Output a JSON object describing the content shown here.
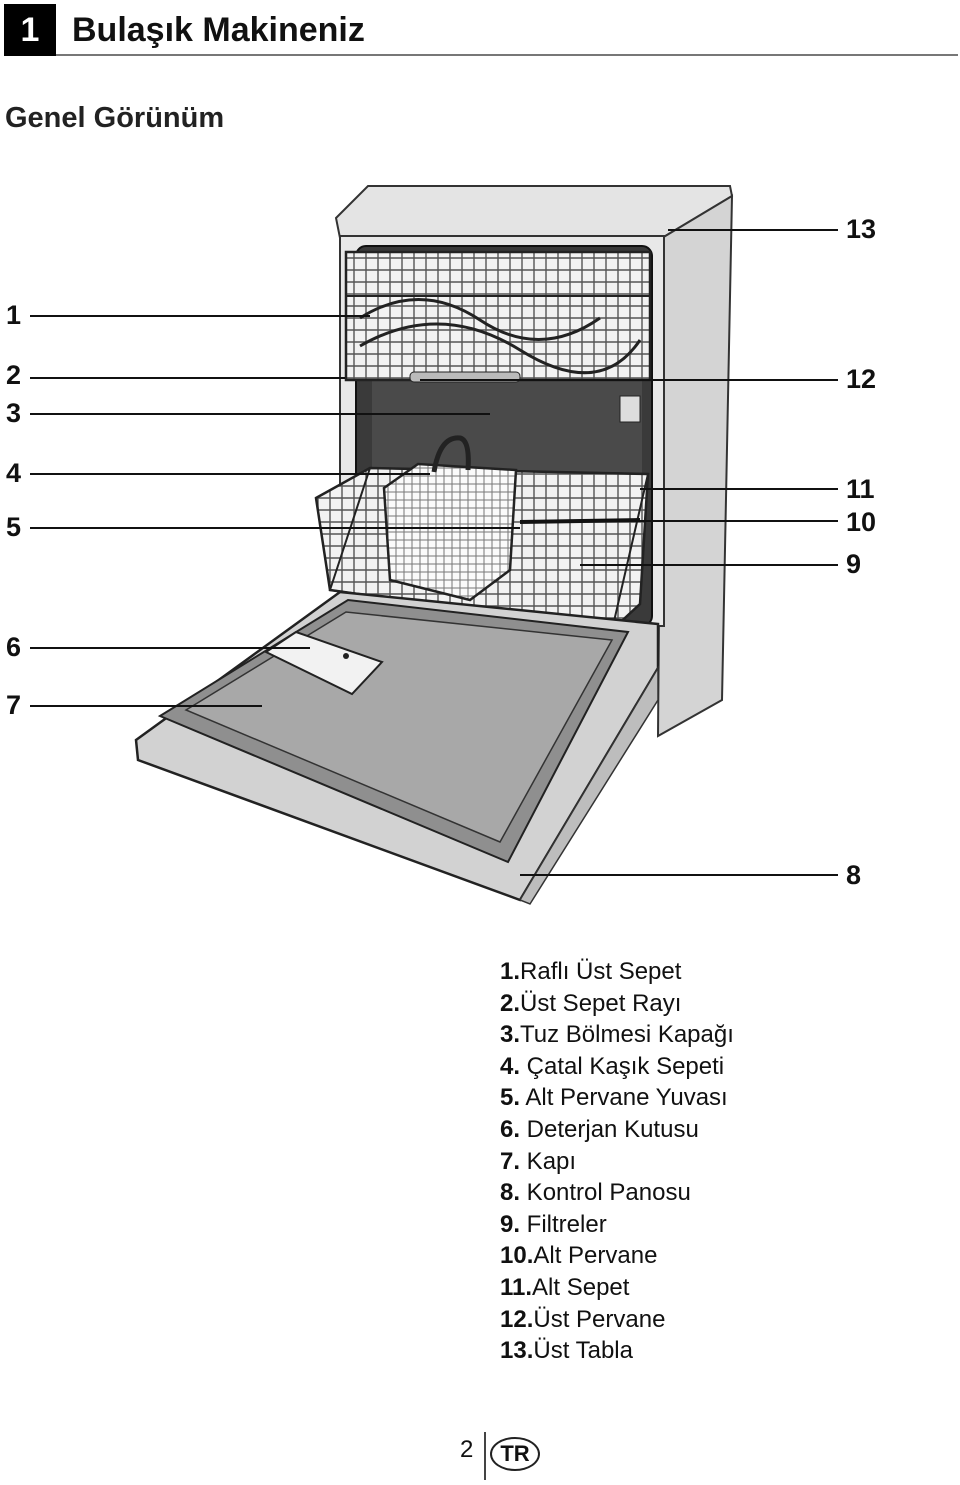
{
  "header": {
    "chapter_number": "1",
    "title": "Bulaşık Makineniz"
  },
  "subtitle": "Genel Görünüm",
  "callouts": {
    "c1": "1",
    "c2": "2",
    "c3": "3",
    "c4": "4",
    "c5": "5",
    "c6": "6",
    "c7": "7",
    "c8": "8",
    "c9": "9",
    "c10": "10",
    "c11": "11",
    "c12": "12",
    "c13": "13"
  },
  "legend": [
    {
      "num": "1.",
      "text": "Raflı Üst Sepet"
    },
    {
      "num": "2.",
      "text": "Üst Sepet Rayı"
    },
    {
      "num": "3.",
      "text": "Tuz Bölmesi Kapağı"
    },
    {
      "num": "4.",
      "text": " Çatal Kaşık Sepeti"
    },
    {
      "num": "5.",
      "text": " Alt Pervane Yuvası"
    },
    {
      "num": "6.",
      "text": " Deterjan Kutusu"
    },
    {
      "num": "7.",
      "text": " Kapı"
    },
    {
      "num": "8.",
      "text": " Kontrol Panosu"
    },
    {
      "num": "9.",
      "text": " Filtreler"
    },
    {
      "num": "10.",
      "text": "Alt Pervane"
    },
    {
      "num": "11.",
      "text": "Alt Sepet"
    },
    {
      "num": "12.",
      "text": "Üst Pervane"
    },
    {
      "num": "13.",
      "text": "Üst Tabla"
    }
  ],
  "footer": {
    "page_number": "2",
    "language": "TR"
  }
}
